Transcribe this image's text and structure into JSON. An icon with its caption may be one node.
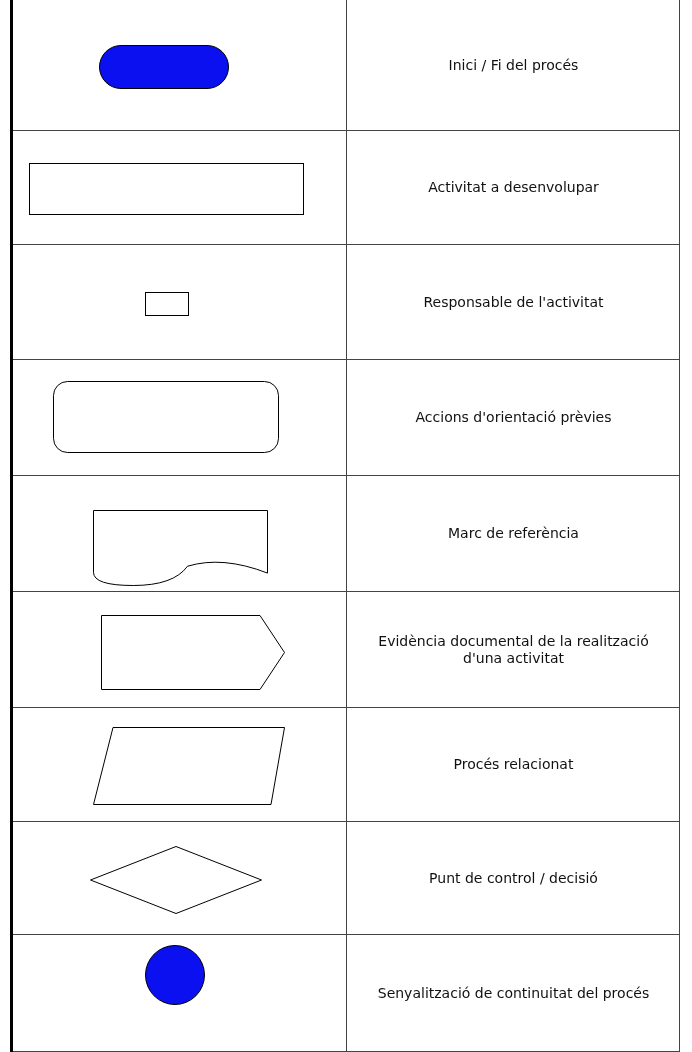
{
  "diagram": {
    "nodes": [
      {
        "text": [],
        "shape": "stadium"
      },
      {
        "text": [],
        "shape": "box"
      },
      {
        "text": [],
        "shape": "box"
      },
      {
        "text": [],
        "shape": "rounded-box"
      },
      {
        "text": [],
        "shape": "document"
      },
      {
        "text": [],
        "shape": "pentagon"
      },
      {
        "text": [],
        "shape": "parallelogram"
      },
      {
        "text": [],
        "shape": "diamond"
      },
      {
        "text": [],
        "shape": "circle"
      }
    ],
    "legend": [
      {
        "text": "Inici / Fi del procés"
      },
      {
        "text": "Activitat a desenvolupar"
      },
      {
        "text": "Responsable de l'activitat"
      },
      {
        "text": "Accions d'orientació prèvies"
      },
      {
        "text": "Marc de referència"
      },
      {
        "text": "Evidència documental de la realització d'una activitat"
      },
      {
        "text": "Procés relacionat"
      },
      {
        "text": "Punt de control / decisió"
      },
      {
        "text": "Senyalització de continuitat del procés"
      }
    ]
  }
}
